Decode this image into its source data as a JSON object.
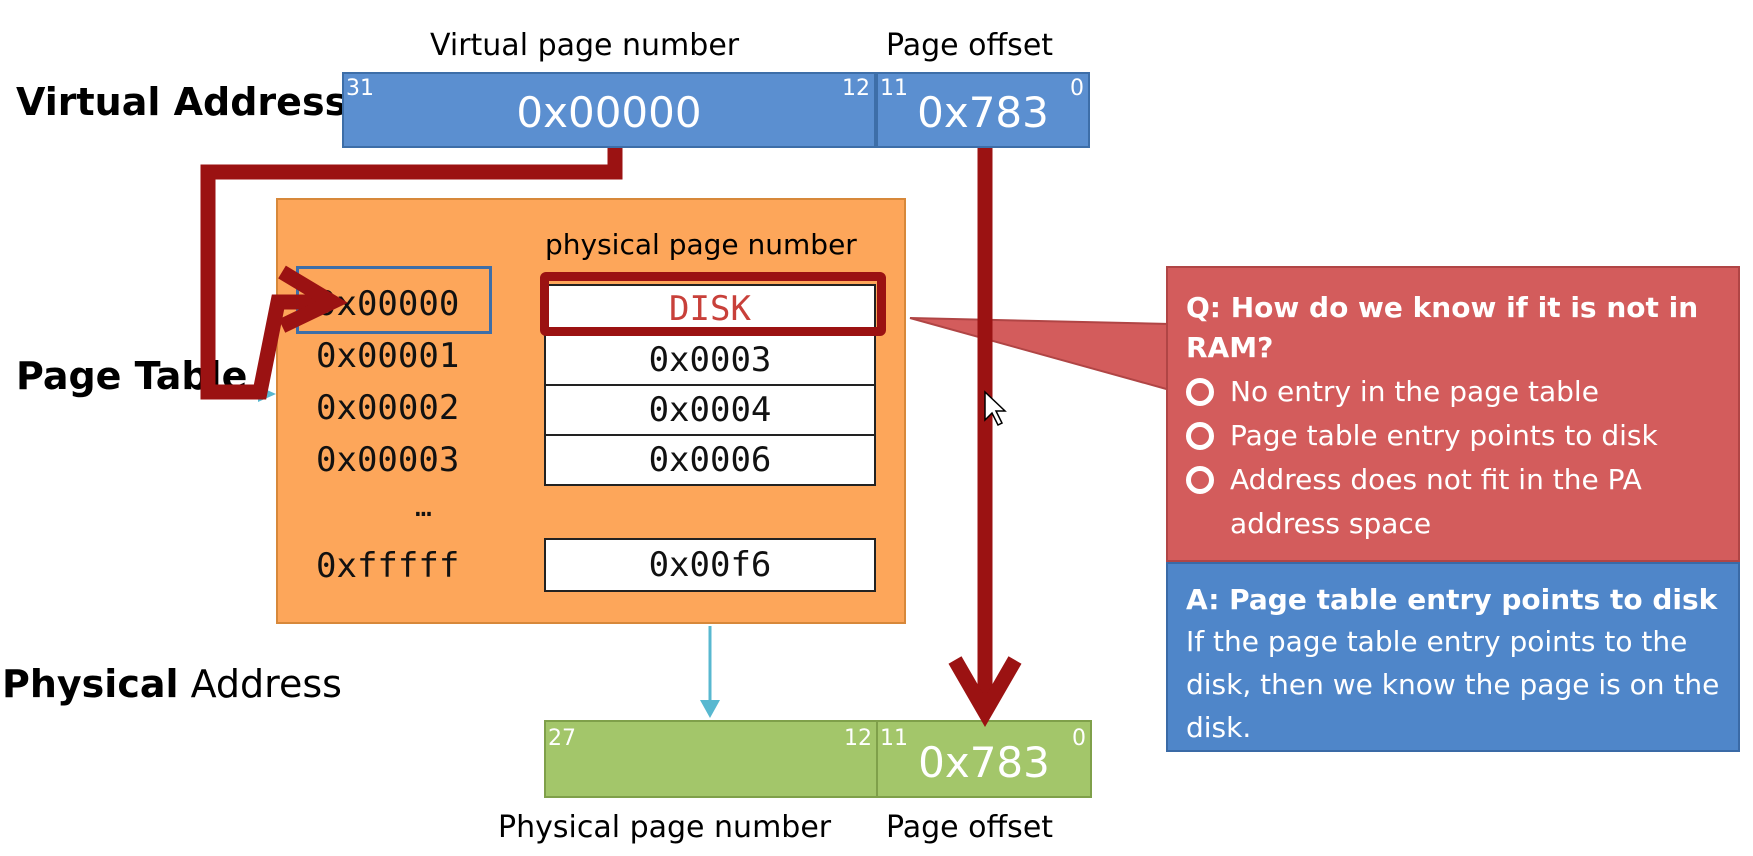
{
  "virtual_address": {
    "label": "Virtual Address",
    "vpn_field_label": "Virtual page number",
    "offset_field_label": "Page offset",
    "vpn_high_bit": "31",
    "vpn_low_bit": "12",
    "offset_high_bit": "11",
    "offset_low_bit": "0",
    "vpn_value": "0x00000",
    "offset_value": "0x783"
  },
  "page_table": {
    "label": "Page Table",
    "column_header": "physical page number",
    "rows": [
      {
        "vpn": "0x00000",
        "ppn": "DISK"
      },
      {
        "vpn": "0x00001",
        "ppn": "0x0003"
      },
      {
        "vpn": "0x00002",
        "ppn": "0x0004"
      },
      {
        "vpn": "0x00003",
        "ppn": "0x0006"
      }
    ],
    "ellipsis": "…",
    "last_row": {
      "vpn": "0xfffff",
      "ppn": "0x00f6"
    }
  },
  "physical_address": {
    "label_bold": "Physical",
    "label_rest": " Address",
    "ppn_field_label": "Physical page number",
    "offset_field_label": "Page offset",
    "ppn_high_bit": "27",
    "ppn_low_bit": "12",
    "offset_high_bit": "11",
    "offset_low_bit": "0",
    "offset_value": "0x783"
  },
  "question": {
    "title": "Q: How do we know if it is not in RAM?",
    "options": [
      {
        "text": "No entry in the page table"
      },
      {
        "text": "Page table entry points to disk"
      },
      {
        "text": "Address does not fit in the PA address space"
      }
    ]
  },
  "answer": {
    "title": "A: Page table entry points to disk",
    "body": "If the page table entry points to the disk, then we know the page is on the disk."
  },
  "colors": {
    "virtual_blue": "#5b8fd0",
    "page_table_orange": "#fda65a",
    "physical_green": "#a3c66a",
    "arrow_dark_red": "#9b1212",
    "question_red": "#d35c5c",
    "answer_blue": "#4f86c9",
    "connector_cyan": "#58b8d0"
  }
}
